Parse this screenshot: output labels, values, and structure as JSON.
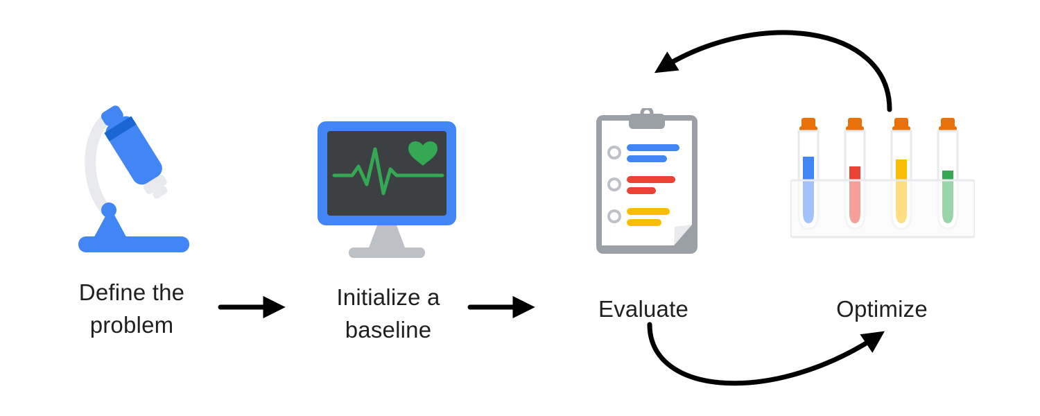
{
  "colors": {
    "blue": "#4285F4",
    "blue-dark": "#1967D2",
    "red": "#EA4335",
    "yellow": "#FBBC04",
    "green": "#34A853",
    "orange": "#E8710A",
    "ink": "#000000",
    "text": "#1F1F1F",
    "gray": "#9AA0A6",
    "gray-mid": "#BDC1C6",
    "gray-light": "#E8EAED",
    "screen": "#3C4043",
    "paper": "#FFFFFF"
  },
  "diagram": {
    "stages": [
      {
        "id": "define",
        "label": "Define the problem",
        "icon": "microscope-icon"
      },
      {
        "id": "initialize",
        "label": "Initialize a baseline",
        "icon": "monitor-heartbeat-icon"
      },
      {
        "id": "evaluate",
        "label": "Evaluate",
        "icon": "clipboard-checklist-icon"
      },
      {
        "id": "optimize",
        "label": "Optimize",
        "icon": "test-tubes-icon"
      }
    ],
    "connections": [
      {
        "from": "Define the problem",
        "to": "Initialize a baseline",
        "style": "straight"
      },
      {
        "from": "Initialize a baseline",
        "to": "Evaluate",
        "style": "straight"
      },
      {
        "from": "Evaluate",
        "to": "Optimize",
        "style": "curved-loop-bottom"
      },
      {
        "from": "Optimize",
        "to": "Evaluate",
        "style": "curved-loop-top"
      }
    ]
  }
}
